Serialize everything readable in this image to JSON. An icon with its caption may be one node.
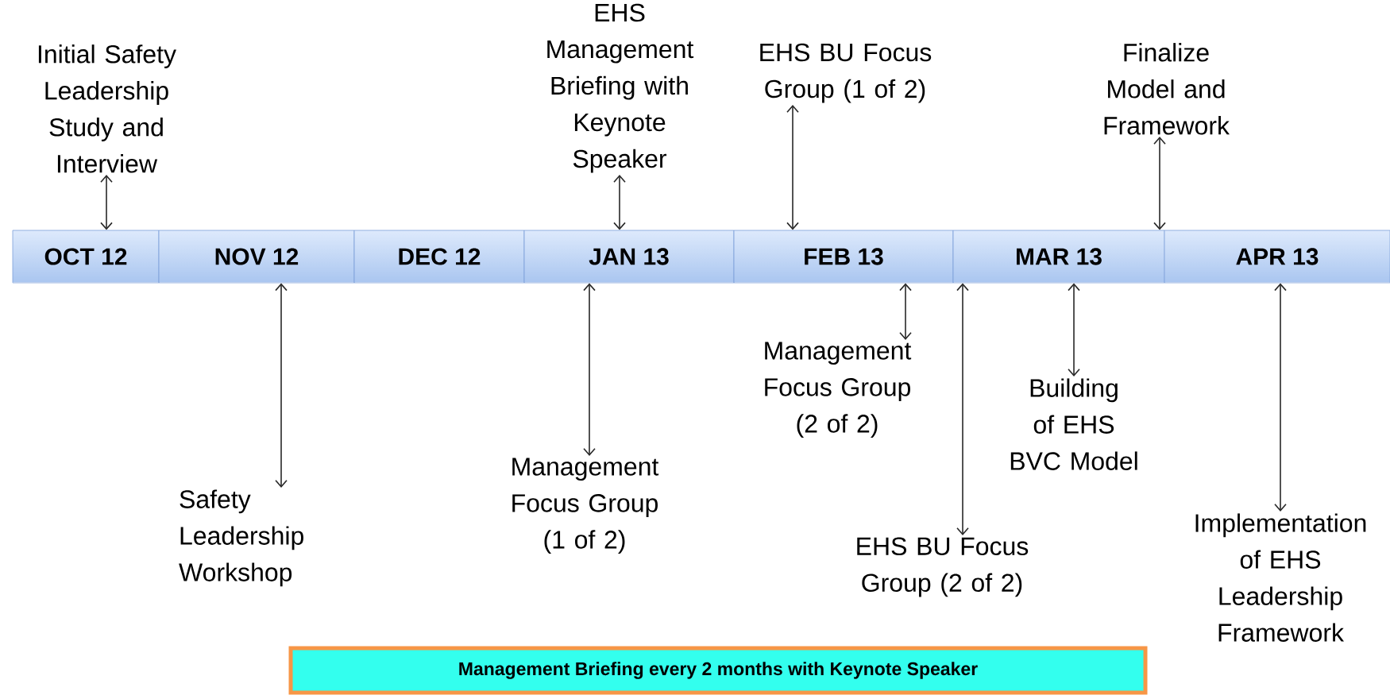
{
  "diagram": {
    "nodes": [
      {
        "text": [
          "OCT 12"
        ]
      },
      {
        "text": [
          "NOV 12"
        ]
      },
      {
        "text": [
          "DEC 12"
        ]
      },
      {
        "text": [
          "JAN 13"
        ]
      },
      {
        "text": [
          "FEB 13"
        ]
      },
      {
        "text": [
          "MAR 13"
        ]
      },
      {
        "text": [
          "APR 13"
        ]
      },
      {
        "text": [
          "Initial Safety Leadership Study and Interview"
        ]
      },
      {
        "text": [
          "EHS Management Briefing with Keynote Speaker"
        ]
      },
      {
        "text": [
          "EHS BU Focus Group (1 of 2)"
        ]
      },
      {
        "text": [
          "Finalize Model and Framework"
        ]
      },
      {
        "text": [
          "Safety Leadership Workshop"
        ]
      },
      {
        "text": [
          "Management Focus Group (1 of 2)"
        ]
      },
      {
        "text": [
          "Management Focus Group (2 of 2)"
        ]
      },
      {
        "text": [
          "Building of EHS BVC Model"
        ]
      },
      {
        "text": [
          "EHS BU Focus Group (2 of 2)"
        ]
      },
      {
        "text": [
          "Implementation of EHS Leadership Framework"
        ]
      },
      {
        "text": [
          "Management Briefing every 2 months with Keynote Speaker"
        ]
      }
    ],
    "edges": [
      {
        "from": 7,
        "to": 0,
        "arrow": "both"
      },
      {
        "from": 8,
        "to": 3,
        "arrow": "both"
      },
      {
        "from": 9,
        "to": 4,
        "arrow": "both"
      },
      {
        "from": 10,
        "to": 5,
        "arrow": "both"
      },
      {
        "from": 11,
        "to": 1,
        "arrow": "both"
      },
      {
        "from": 12,
        "to": 3,
        "arrow": "both"
      },
      {
        "from": 13,
        "to": 4,
        "arrow": "both"
      },
      {
        "from": 14,
        "to": 5,
        "arrow": "both"
      },
      {
        "from": 15,
        "to": 5,
        "arrow": "both"
      },
      {
        "from": 16,
        "to": 6,
        "arrow": "both"
      }
    ]
  }
}
